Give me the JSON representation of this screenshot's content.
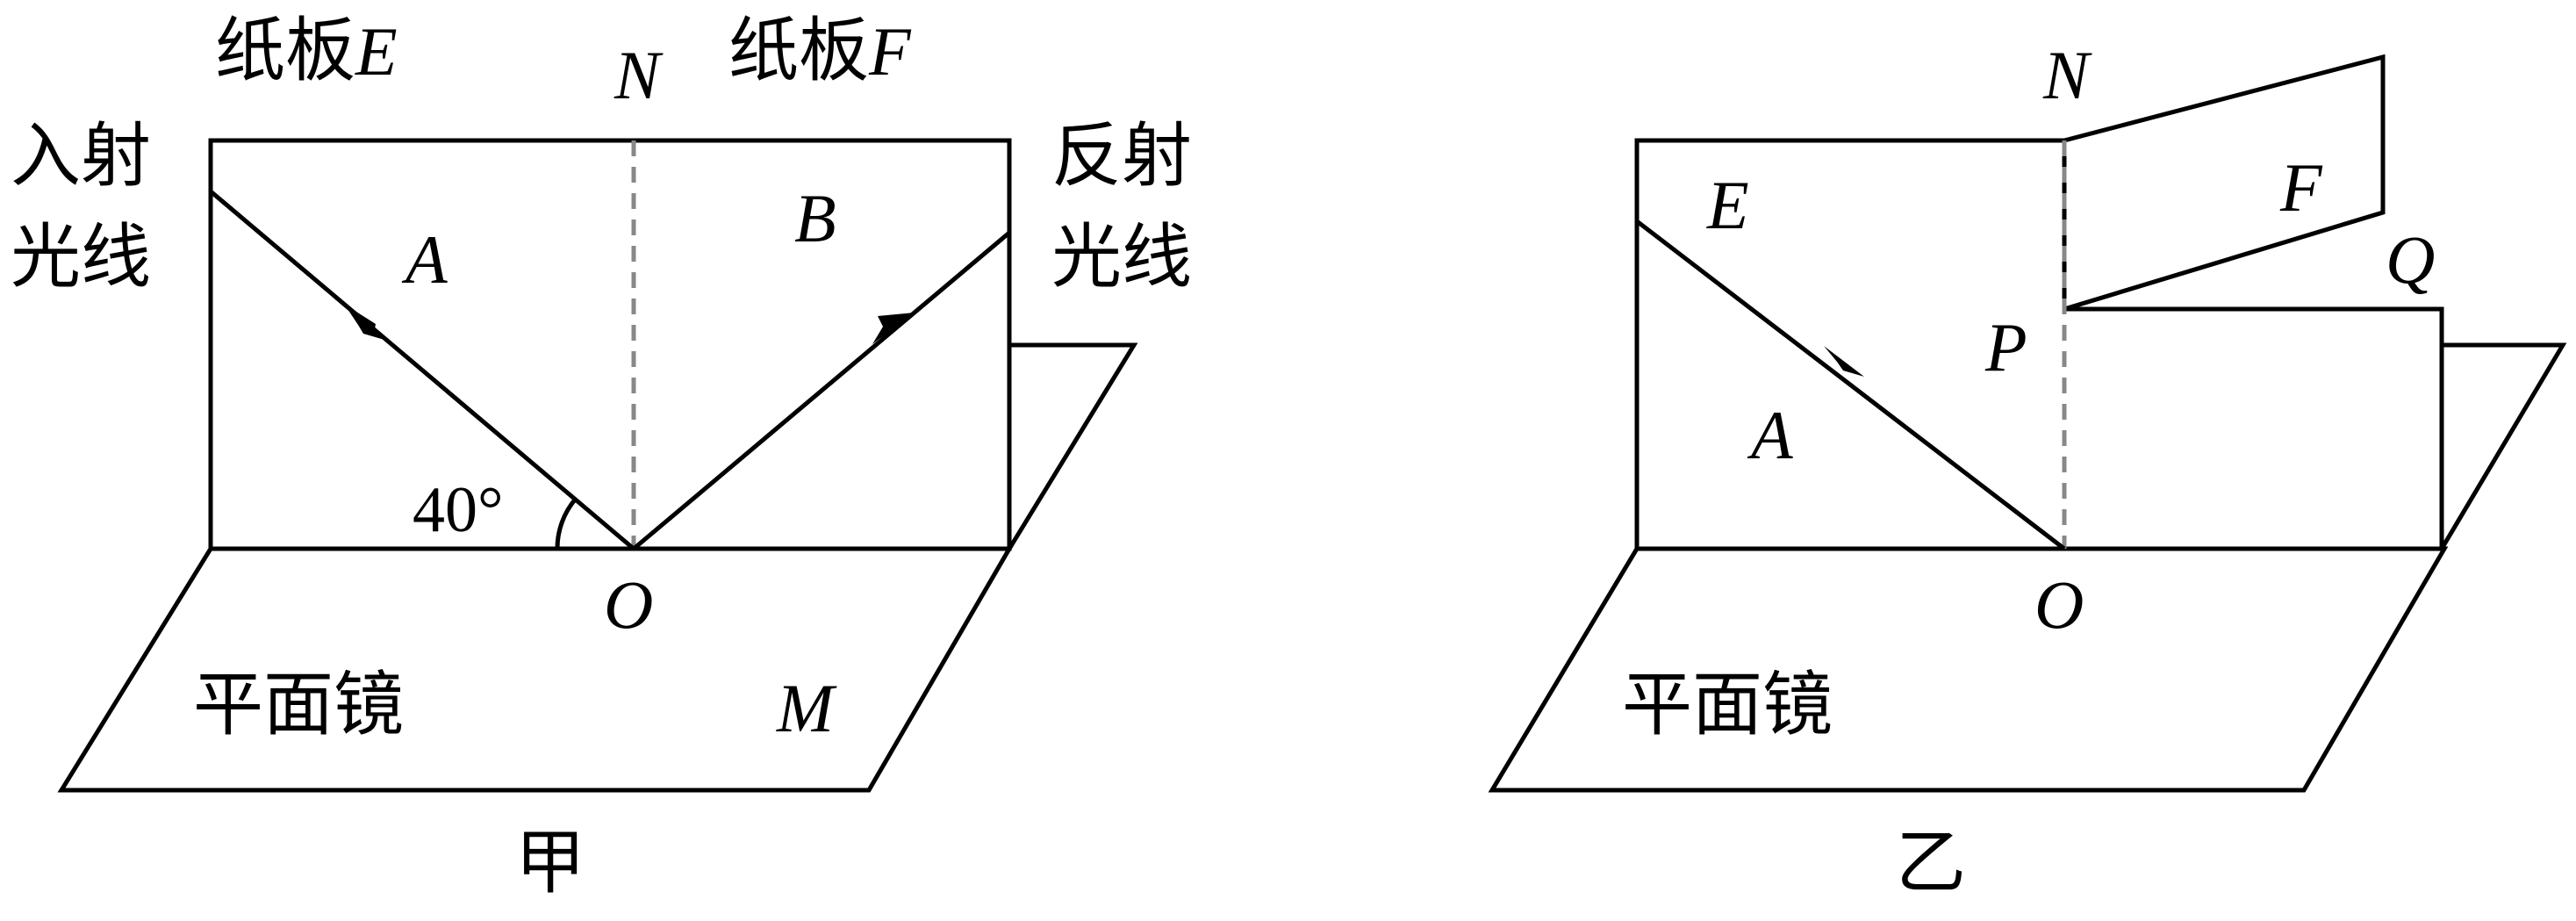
{
  "figure_jia": {
    "board_E_label": "纸板",
    "board_E_letter": "E",
    "board_F_label": "纸板",
    "board_F_letter": "F",
    "normal_label": "N",
    "incident_label_1": "入射",
    "incident_label_2": "光线",
    "reflected_label_1": "反射",
    "reflected_label_2": "光线",
    "point_A": "A",
    "point_B": "B",
    "angle": "40°",
    "point_O": "O",
    "mirror_label": "平面镜",
    "mirror_letter": "M",
    "caption": "甲"
  },
  "figure_yi": {
    "normal_label": "N",
    "board_E_letter": "E",
    "board_F_letter": "F",
    "point_Q": "Q",
    "point_P": "P",
    "point_A": "A",
    "point_O": "O",
    "mirror_label": "平面镜",
    "caption": "乙"
  },
  "colors": {
    "line": "#000000",
    "normal_dash": "#888888",
    "background": "#ffffff"
  }
}
